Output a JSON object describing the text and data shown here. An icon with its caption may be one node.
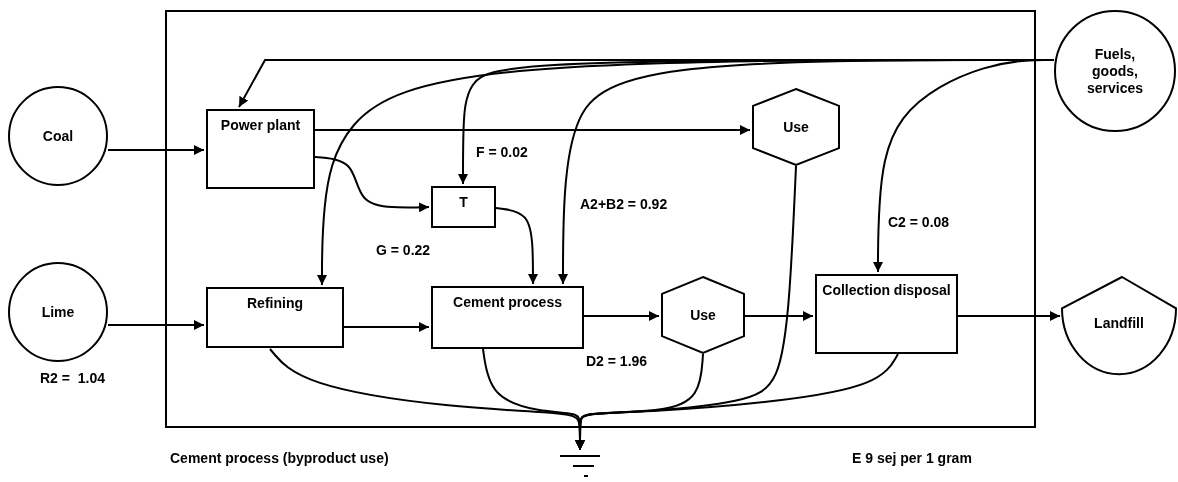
{
  "diagram": {
    "nodes": [
      {
        "text": [],
        "shape": "box"
      },
      {
        "text": [
          "Coal"
        ]
      },
      {
        "text": [
          "Fuels, goods, services"
        ]
      },
      {
        "text": [
          "Power plant"
        ],
        "in": 0
      },
      {
        "text": [
          "Use"
        ],
        "in": 0
      },
      {
        "text": [
          "T"
        ],
        "in": 0
      },
      {
        "text": [
          "Lime"
        ],
        "beside": [
          "R2 =  1.04"
        ]
      },
      {
        "text": [
          "Refining"
        ],
        "in": 0
      },
      {
        "text": [
          "Cement process"
        ],
        "in": 0
      },
      {
        "text": [
          "Use"
        ],
        "in": 0
      },
      {
        "text": [
          "Collection disposal"
        ],
        "in": 0
      },
      {
        "text": [
          "Landfill"
        ]
      },
      {
        "text": [],
        "shape": "ground"
      }
    ],
    "edges": [
      {
        "from": 1,
        "to": 3,
        "arrow": "to"
      },
      {
        "from": 2,
        "to": 3,
        "arrow": "to"
      },
      {
        "from": 2,
        "to": 5,
        "arrow": "to",
        "label": "F = 0.02"
      },
      {
        "from": 2,
        "to": 7,
        "arrow": "to"
      },
      {
        "from": 2,
        "to": 8,
        "arrow": "to",
        "label": "A2+B2 = 0.92"
      },
      {
        "from": 2,
        "to": 10,
        "arrow": "to",
        "label": "C2 = 0.08"
      },
      {
        "from": 3,
        "to": 4,
        "arrow": "to"
      },
      {
        "from": 3,
        "to": 5,
        "arrow": "to",
        "label": "G = 0.22"
      },
      {
        "from": 5,
        "to": 8,
        "arrow": "to"
      },
      {
        "from": 6,
        "to": 7,
        "arrow": "to"
      },
      {
        "from": 7,
        "to": 8,
        "arrow": "to"
      },
      {
        "from": 8,
        "to": 9,
        "arrow": "to",
        "label": "D2 = 1.96"
      },
      {
        "from": 9,
        "to": 10,
        "arrow": "to"
      },
      {
        "from": 10,
        "to": 11,
        "arrow": "to"
      },
      {
        "from": 7,
        "to": 12,
        "arrow": "to"
      },
      {
        "from": 8,
        "to": 12,
        "arrow": "to"
      },
      {
        "from": 9,
        "to": 12,
        "arrow": "to"
      },
      {
        "from": 4,
        "to": 12,
        "arrow": "to"
      },
      {
        "from": 10,
        "to": 12,
        "arrow": "to"
      }
    ],
    "labels": [
      "Cement process (byproduct use)",
      "E 9 sej per 1 gram"
    ]
  }
}
